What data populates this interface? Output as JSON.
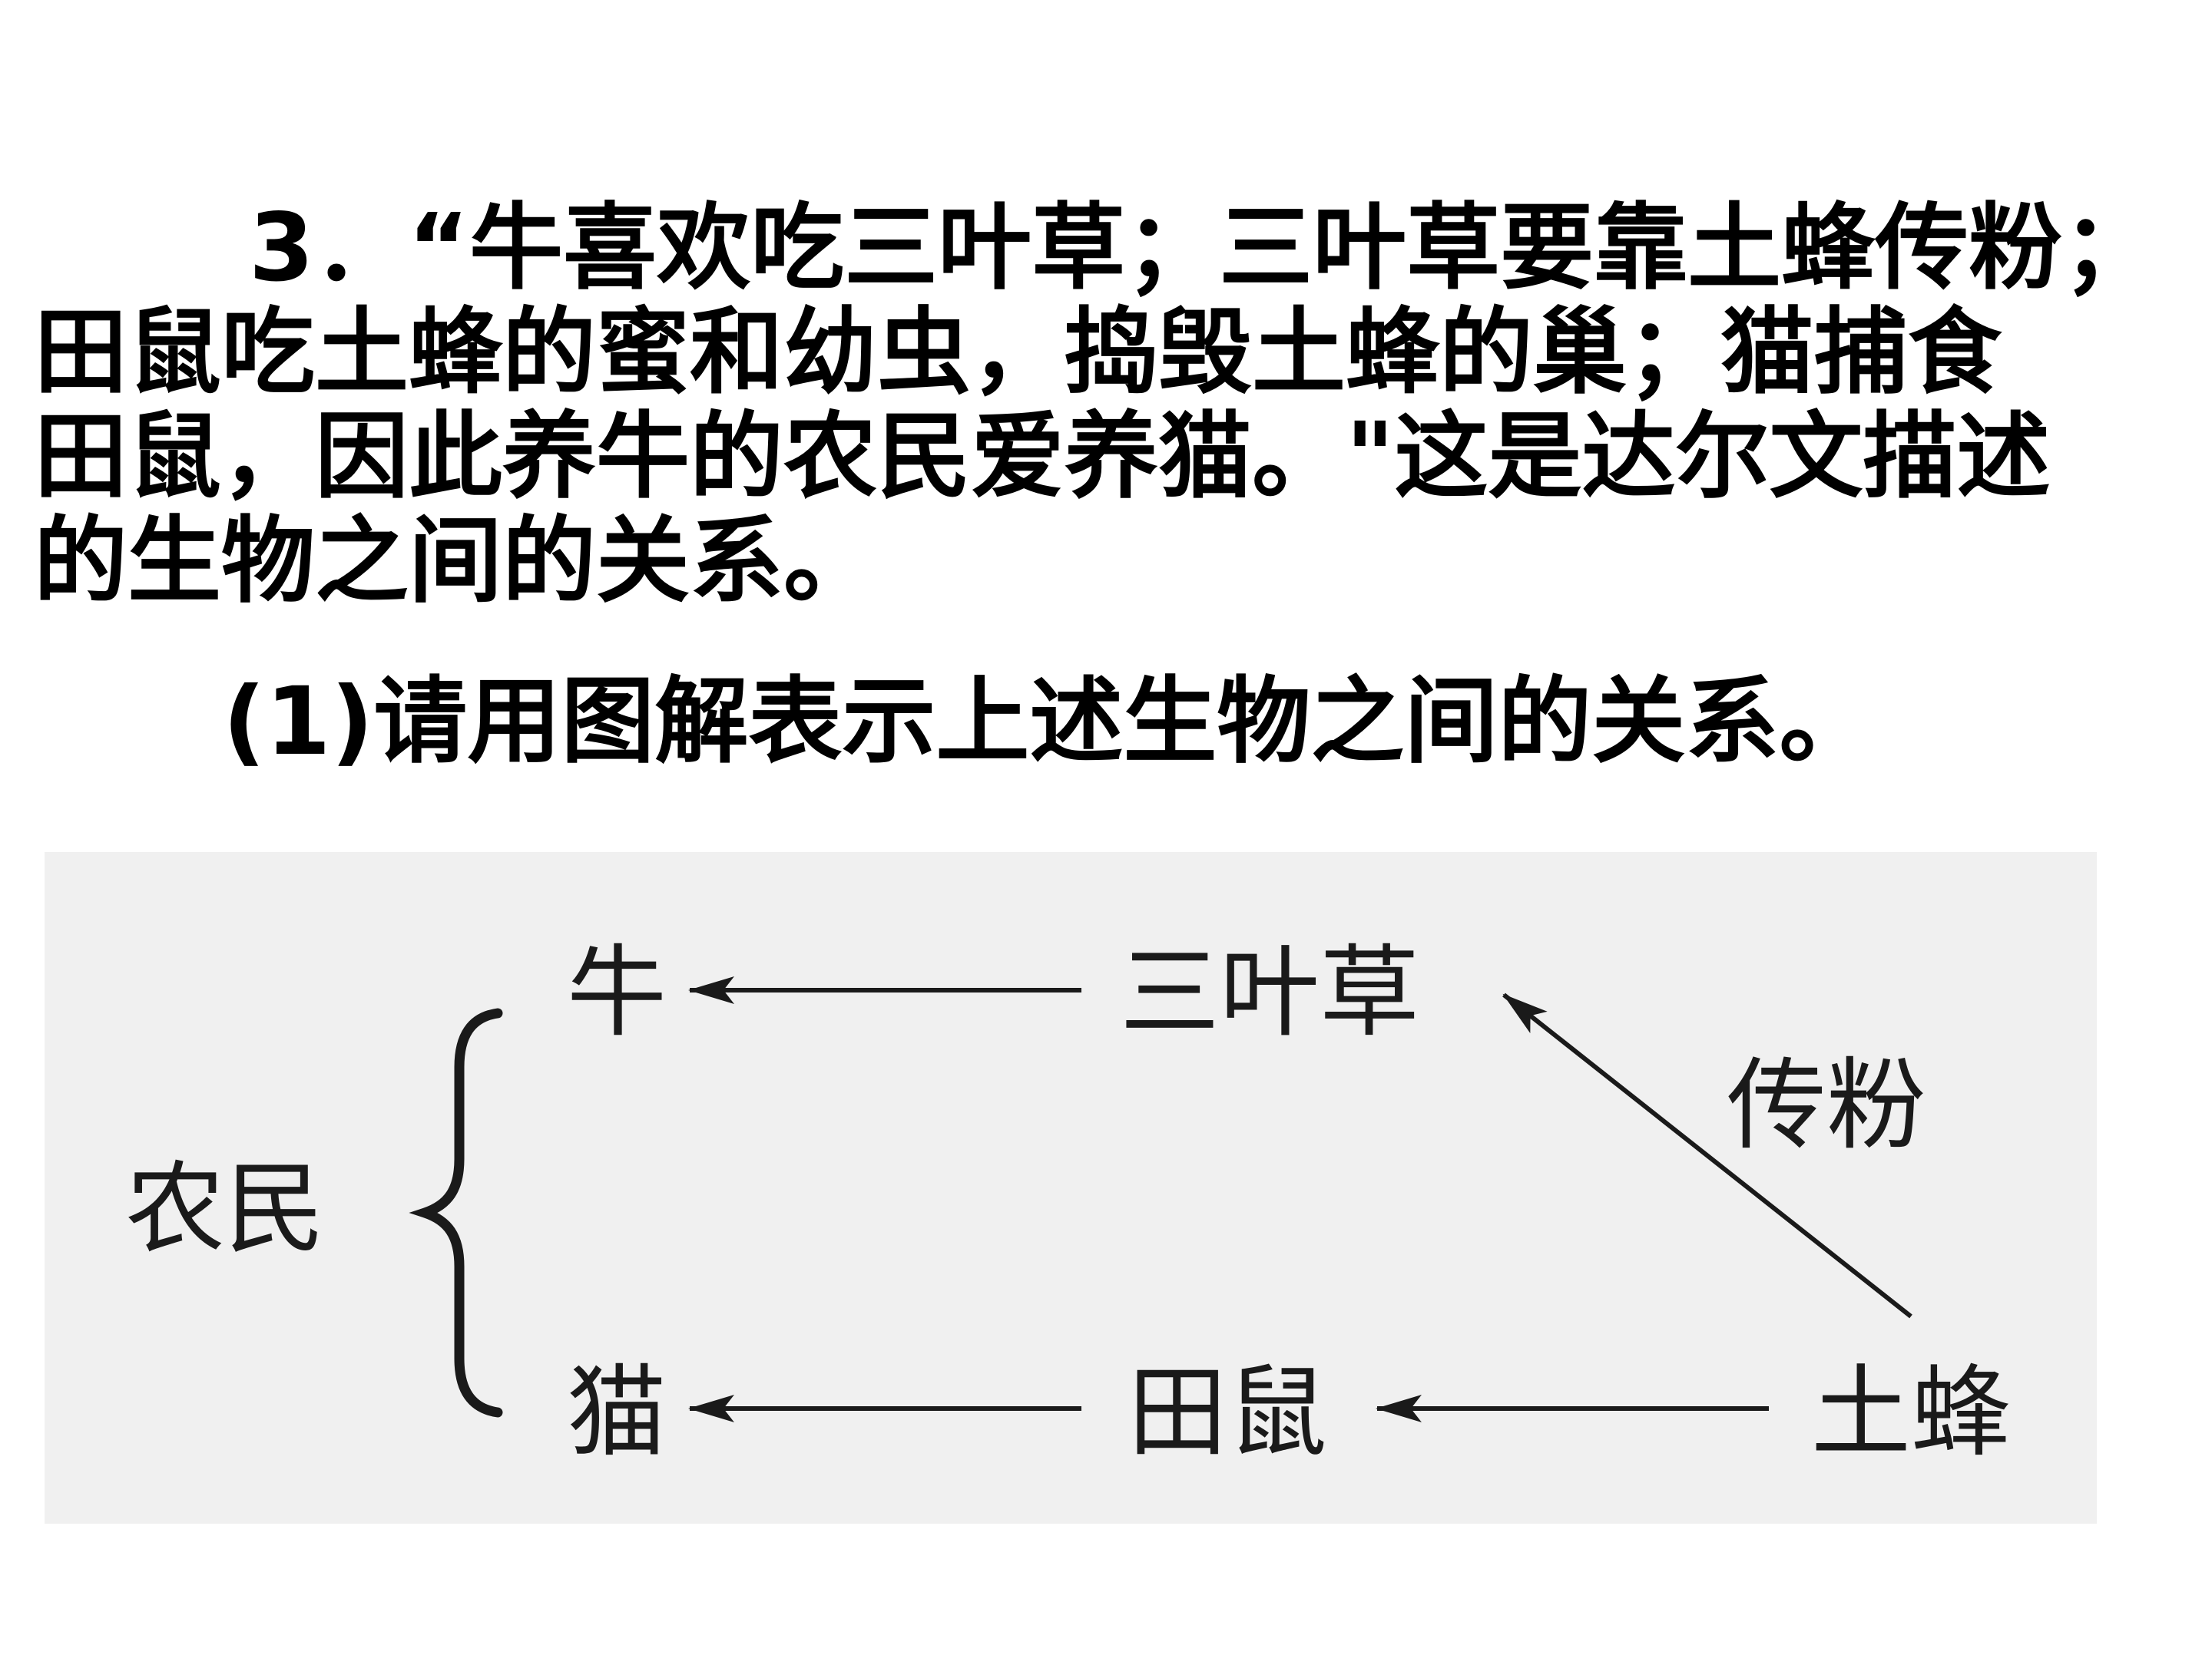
{
  "question": {
    "lines": [
      "3．“牛喜欢吃三叶草；三叶草要靠土蜂传粉；",
      "田鼠吃土蜂的蜜和幼虫，捣毁土蜂的巢；猫捕食",
      "田鼠，因此养牛的农民爱养猫。\"这是达尔文描述",
      "的生物之间的关系。"
    ],
    "subquestion": "(1)请用图解表示上述生物之间的关系。"
  },
  "diagram": {
    "nodes": {
      "farmer": "农民",
      "cow": "牛",
      "clover": "三叶草",
      "cat": "猫",
      "field_mouse": "田鼠",
      "bumblebee": "土蜂"
    },
    "pollination_label": "传粉",
    "ink_color": "#1a1a1a",
    "background_color": "#f0f0f0"
  }
}
